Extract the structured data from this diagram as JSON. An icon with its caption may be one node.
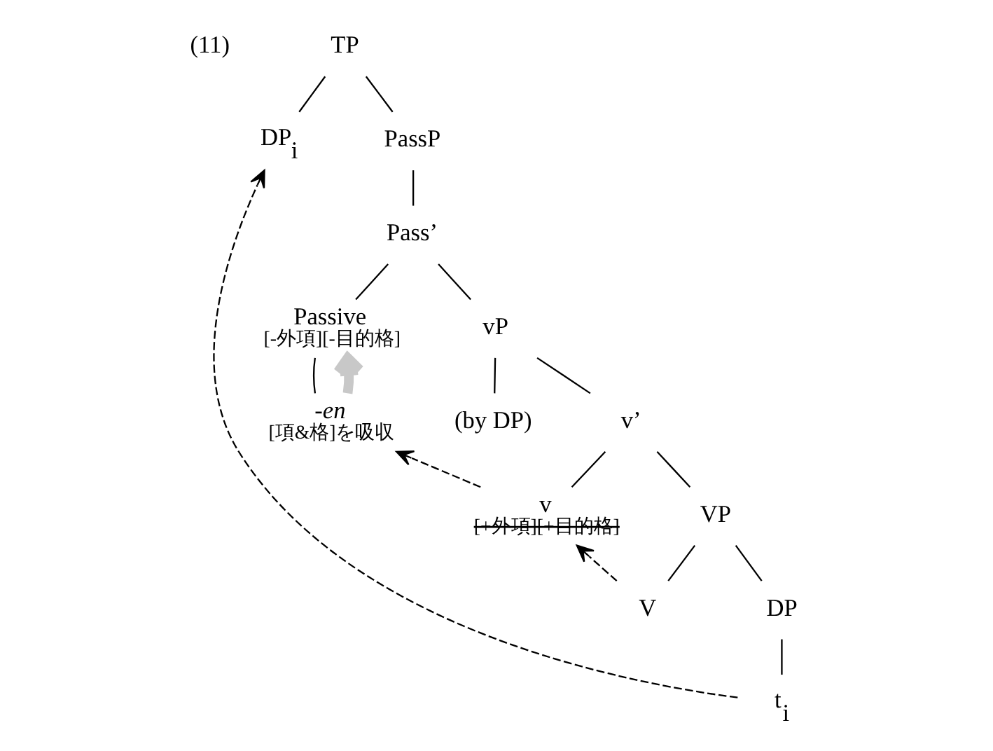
{
  "diagram": {
    "nodes": [
      {
        "text": [
          "TP"
        ]
      },
      {
        "text": [
          "DP$_{i}$"
        ]
      },
      {
        "text": [
          "PassP"
        ]
      },
      {
        "text": [
          "Pass’"
        ]
      },
      {
        "text": [
          "Passive",
          "[-外項][-目的格]"
        ]
      },
      {
        "text": [
          "-en",
          "[項&格]を吸収"
        ]
      },
      {
        "text": [
          "vP"
        ]
      },
      {
        "text": [
          "(by DP)"
        ]
      },
      {
        "text": [
          "v’"
        ]
      },
      {
        "text": [
          "v",
          "[+外項][+目的格]"
        ]
      },
      {
        "text": [
          "VP"
        ]
      },
      {
        "text": [
          "V"
        ]
      },
      {
        "text": [
          "DP"
        ]
      },
      {
        "text": [
          "t$_{i}$"
        ]
      }
    ],
    "edges": [
      {
        "from": 0,
        "to": 1,
        "arrow": "none"
      },
      {
        "from": 0,
        "to": 2,
        "arrow": "none"
      },
      {
        "from": 2,
        "to": 3,
        "arrow": "none"
      },
      {
        "from": 3,
        "to": 4,
        "arrow": "none"
      },
      {
        "from": 3,
        "to": 6,
        "arrow": "none"
      },
      {
        "from": 4,
        "to": 5,
        "arrow": "none"
      },
      {
        "from": 6,
        "to": 7,
        "arrow": "none"
      },
      {
        "from": 6,
        "to": 8,
        "arrow": "none"
      },
      {
        "from": 8,
        "to": 9,
        "arrow": "none"
      },
      {
        "from": 8,
        "to": 10,
        "arrow": "none"
      },
      {
        "from": 10,
        "to": 11,
        "arrow": "none"
      },
      {
        "from": 10,
        "to": 12,
        "arrow": "none"
      },
      {
        "from": 12,
        "to": 13,
        "arrow": "none"
      },
      {
        "from": 5,
        "to": 4,
        "arrow": "to",
        "style": "thick",
        "color": "#c8c8c8"
      },
      {
        "from": 11,
        "to": 9,
        "arrow": "to",
        "style": "dashed"
      },
      {
        "from": 9,
        "to": 5,
        "arrow": "to",
        "style": "dashed"
      },
      {
        "from": 13,
        "to": 1,
        "arrow": "to",
        "style": "dashed"
      }
    ],
    "labels": [
      "(11)"
    ]
  }
}
